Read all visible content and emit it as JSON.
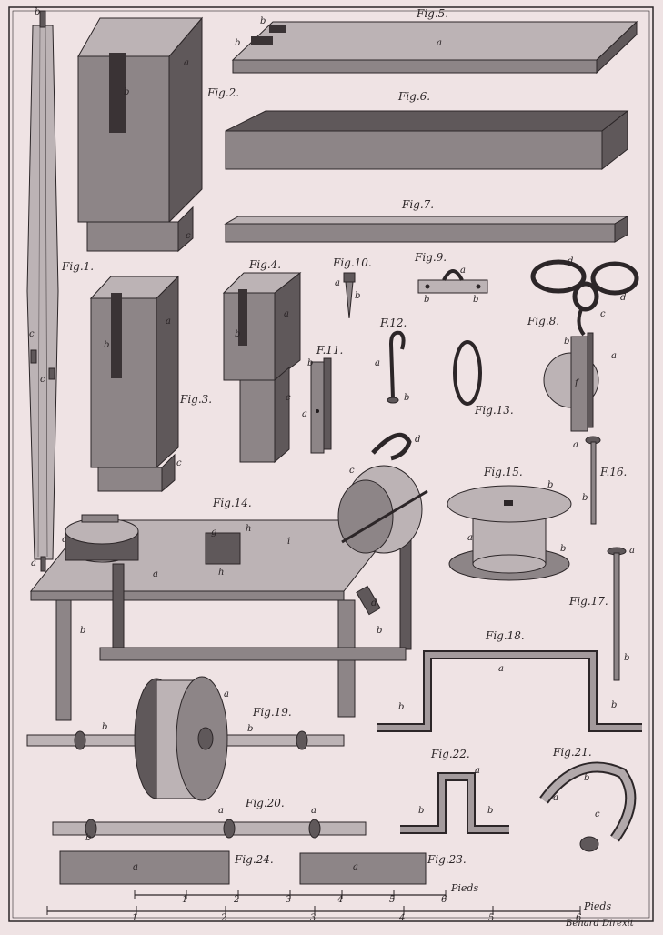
{
  "figures": {
    "fig1": "Fig.1.",
    "fig2": "Fig.2.",
    "fig3": "Fig.3.",
    "fig4": "Fig.4.",
    "fig5": "Fig.5.",
    "fig6": "Fig.6.",
    "fig7": "Fig.7.",
    "fig8": "Fig.8.",
    "fig9": "Fig.9.",
    "fig10": "Fig.10.",
    "fig11": "F.11.",
    "fig12": "F.12.",
    "fig13": "Fig.13.",
    "fig14": "Fig.14.",
    "fig15": "Fig.15.",
    "fig16": "F.16.",
    "fig17": "Fig.17.",
    "fig18": "Fig.18.",
    "fig19": "Fig.19.",
    "fig20": "Fig.20.",
    "fig21": "Fig.21.",
    "fig22": "Fig.22.",
    "fig23": "Fig.23.",
    "fig24": "Fig.24."
  },
  "letters": {
    "a": "a",
    "b": "b",
    "c": "c",
    "d": "d",
    "f": "f",
    "g": "g",
    "h": "h",
    "i": "i"
  },
  "scales": {
    "upper_unit": "Pieds",
    "lower_unit": "Pieds",
    "upper_ticks": [
      "1",
      "2",
      "3",
      "4",
      "5",
      "6"
    ],
    "lower_ticks": [
      "1",
      "2",
      "3",
      "4",
      "5",
      "6"
    ]
  },
  "signature": "Benard Direxit"
}
